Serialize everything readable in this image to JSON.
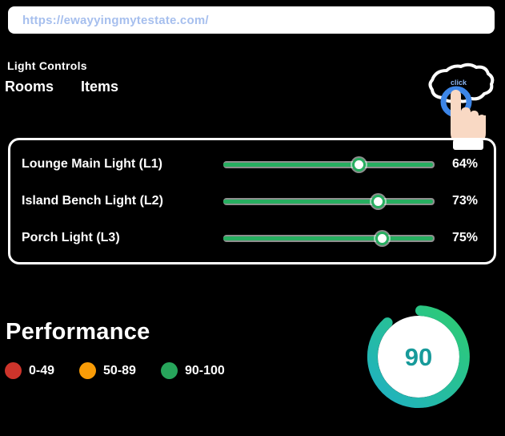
{
  "browser": {
    "url": "https://ewayyingmytestate.com/"
  },
  "header": {
    "eyebrow": "Light Controls",
    "tabs": [
      {
        "label": "Rooms"
      },
      {
        "label": "Items"
      }
    ],
    "tap_hint": "click"
  },
  "lights": {
    "accent": "#27ae60",
    "sliders": [
      {
        "label": "Lounge Main Light (L1)",
        "value": "64%"
      },
      {
        "label": "Island Bench Light (L2)",
        "value": "73%"
      },
      {
        "label": "Porch Light (L3)",
        "value": "75%"
      }
    ]
  },
  "performance": {
    "title": "Performance",
    "legend": [
      {
        "label": "0-49",
        "color": "#cd342b"
      },
      {
        "label": "50-89",
        "color": "#f99c07"
      },
      {
        "label": "90-100",
        "color": "#27a55b"
      }
    ],
    "gauge": {
      "score": "90",
      "score_color": "#179a9a",
      "gradient_start": "#1fb0c5",
      "gradient_end": "#2ecc71"
    }
  }
}
